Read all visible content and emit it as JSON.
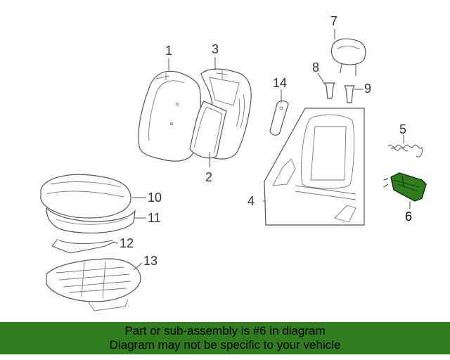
{
  "highlight_color": "#2f7d1c",
  "callouts": {
    "c1": "1",
    "c2": "2",
    "c3": "3",
    "c4": "4",
    "c5": "5",
    "c6": "6",
    "c7": "7",
    "c8": "8",
    "c9": "9",
    "c10": "10",
    "c11": "11",
    "c12": "12",
    "c13": "13",
    "c14": "14"
  },
  "highlighted_part": "6",
  "banner": {
    "line1": "Part or sub-assembly is #6 in diagram",
    "line2": "Diagram may not be specific to your vehicle"
  }
}
